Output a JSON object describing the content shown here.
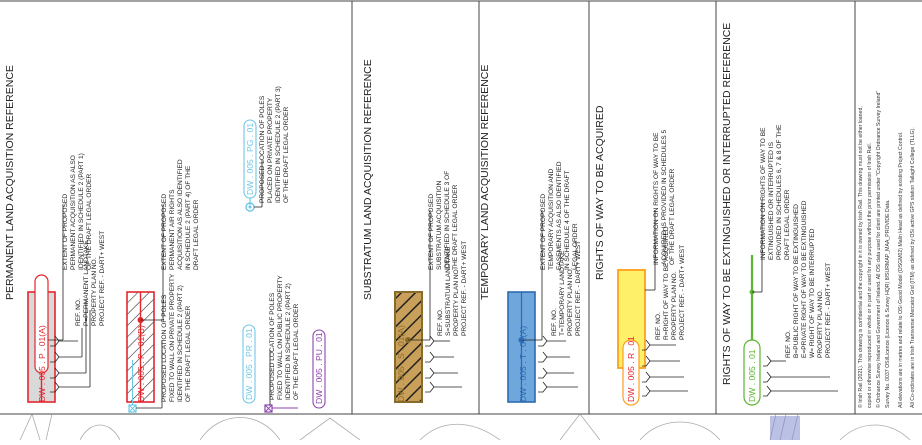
{
  "colors": {
    "permanent": "#e3262d",
    "permanent_fill": "#d9d9d9",
    "substratum": "#8a6c2a",
    "substratum_hatch": "#c8a05a",
    "temporary": "#2c6ab1",
    "temporary_fill": "#6fa7dd",
    "rights_acquired": "#ff9e1b",
    "rights_fill": "#fff06a",
    "extinguished": "#5cb531",
    "poles_light": "#6fc7e6",
    "poles_purple": "#8e44ad"
  },
  "permanent": {
    "heading": "PERMANENT LAND ACQUISITION REFERENCE",
    "tag_a": "DW . 005 . P . 01(A)",
    "tag_b": "DW . 005 . P . 01(B)",
    "desc_a": [
      "EXTENT OF PROPOSED",
      "PERMANENT ACQUISITION AS ALSO",
      "IDENTIFIED IN SCHEDULE 2 (PART 1)",
      "OF THE DRAFT LEGAL ORDER"
    ],
    "desc_b": [
      "EXTENT OF PROPOSED",
      "PERMANENT AIR RIGHTS",
      "ACQUISITION AS ALSO IDENTIFIED",
      "IN SCHEDULE 2 (PART 4) OF THE",
      "DRAFT LEGAL ORDER"
    ],
    "ref": [
      "REF. NO.",
      "P=PERMANENT LANDTAKE",
      "PROPERTY PLAN NO.",
      "PROJECT REF. - DART+ WEST"
    ]
  },
  "poles": {
    "pg_tag": "DW . 005 . PG . 01",
    "pg_desc": [
      "PROPOSED LOCATION OF POLES",
      "PLACED ON PRIVATE PROPERTY",
      "IDENTIFIED IN SCHEDULE 2 (PART 3)",
      "OF THE DRAFT LEGAL ORDER"
    ],
    "pr_tag": "DW . 005 . PR . 01",
    "pr_desc": [
      "PROPOSED LOCATION OF POLES",
      "FIXED TO WALL ON PRIVATE PROPERTY",
      "IDENTIFIED IN SCHEDULE 2 (PART 2)",
      "OF THE DRAFT LEGAL ORDER"
    ],
    "pu_tag": "DW . 005 . PU . 01",
    "pu_desc": [
      "PROPOSED LOCATION OF POLES",
      "FIXED TO WALL ON PUBLIC PROPERTY",
      "IDENTIFIED IN SCHEDULE 2 (PART 2)",
      "OF THE DRAFT LEGAL ORDER"
    ]
  },
  "substratum": {
    "heading": "SUBSTRATUM LAND ACQUISITION REFERENCE",
    "tag": "DW . 005 . S . 01(A)",
    "desc": [
      "EXTENT OF PROPOSED",
      "SUBSTRATUM ACQUISITION",
      "IDENTIFIED IN SCHEDULE 3 OF",
      "THE DRAFT LEGAL ORDER"
    ],
    "ref": [
      "REF. NO.",
      "S=SUBSTRATUM LANDTAKE",
      "PROPERTY PLAN NO.",
      "PROJECT REF. - DART+ WEST"
    ]
  },
  "temporary": {
    "heading": "TEMPORARY LAND ACQUISITION REFERENCE",
    "tag": "DW . 005 . T . 01(A)",
    "desc": [
      "EXTENT OF PROPOSED",
      "TEMPORARY ACQUISITION AND",
      "EASEMENTS AS ALSO IDENTIFIED",
      "IN SCHEDULE 4 OF THE DRAFT",
      "LEGAL ORDER"
    ],
    "ref": [
      "REF. NO.",
      "T=TEMPORARY LANDTAKE",
      "PROPERTY PLAN NO.",
      "PROJECT REF. - DART+ WEST"
    ]
  },
  "rights": {
    "heading": "RIGHTS OF WAY TO BE ACQUIRED",
    "tag": "DW . 005 . R . 01",
    "desc": [
      "INFORMATION ON RIGHTS OF WAY TO BE",
      "ACQUIRED IS PROVIDED IN SCHEDULES 5",
      "OF THE DRAFT LEGAL ORDER"
    ],
    "ref": [
      "REF. NO.",
      "R=RIGHT OF WAY TO BE ACQUIRED",
      "PROPERTY PLAN NO.",
      "PROJECT REF. - DART+ WEST"
    ]
  },
  "extinguished": {
    "heading": "RIGHTS OF WAY TO BE EXTINGUISHED OR INTERRUPTED REFERENCE",
    "tag": "DW . 005 . 01",
    "desc": [
      "INFORMATION ON RIGHTS OF WAY TO BE",
      "EXTINGUISHED OR INTERRUPTED IS",
      "PROVIDED IN SCHEDULES 6, 7 & 8 OF THE",
      "DRAFT LEGAL ORDER"
    ],
    "ref": [
      "REF. NO.",
      "B=PUBLIC RIGHT OF WAY TO BE EXTINGUISHED",
      "E=PRIVATE RIGHT OF WAY TO BE EXTINGUISHED",
      "W= RIGHT OF WAY TO BE INTERRUPTED",
      "PROPERTY PLAN NO.",
      "PROJECT REF. - DART+ WEST"
    ]
  },
  "notes": [
    "© Irish Rail (2021). This drawing is confidential and the copyright in it is owned by Irish Rail. This drawing must not be either loaned,",
    "copied or otherwise reproduced in whole or in part or used for any purpose without the prior permission of Irish Rail.",
    "© Ordnance Survey Ireland and Government of Ireland. All OSi data used for client are printed under \"Copyright Ordnance Survey Ireland\"",
    "Survey No. 0037 OSi/Licence (Licence & Survey HQR) 8/SURMAP_MAA_PROVIDE Data.",
    "All elevations are in metres and relate to OSi Geoid Model (OSGM02) Malin Head as defined by existing Project Control.",
    "All Co-ordinates are in Irish Transverse Mercator Grid (ITM) as defined by OSi active GPS station Tallaght College (TLLG)."
  ]
}
